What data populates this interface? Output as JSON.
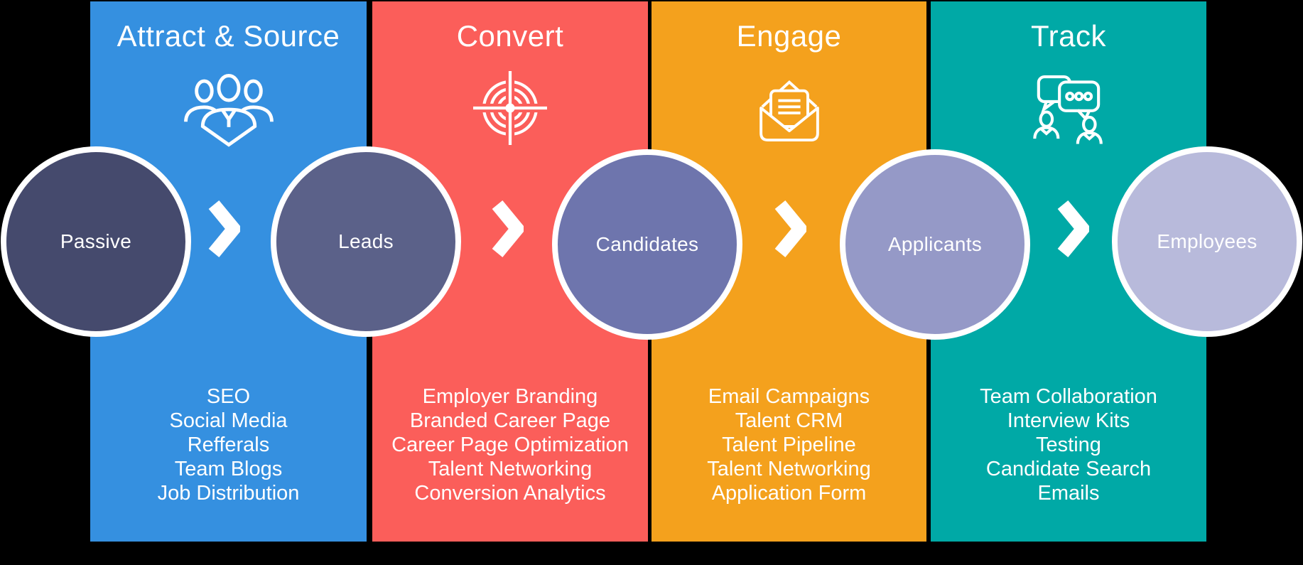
{
  "background_color": "#000000",
  "text_color": "#ffffff",
  "circle_border_color": "#ffffff",
  "arrow_color": "#ffffff",
  "stages": [
    {
      "title": "Attract & Source",
      "icon": "people-group-icon",
      "color": "#3590e0",
      "items": [
        "SEO",
        "Social Media",
        "Refferals",
        "Team Blogs",
        "Job Distribution"
      ]
    },
    {
      "title": "Convert",
      "icon": "target-icon",
      "color": "#fb5e5a",
      "items": [
        "Employer Branding",
        "Branded Career Page",
        "Career Page Optimization",
        "Talent Networking",
        "Conversion Analytics"
      ]
    },
    {
      "title": "Engage",
      "icon": "open-envelope-icon",
      "color": "#f4a11d",
      "items": [
        "Email Campaigns",
        "Talent CRM",
        "Talent Pipeline",
        "Talent Networking",
        "Application Form"
      ]
    },
    {
      "title": "Track",
      "icon": "chat-people-icon",
      "color": "#00a9a6",
      "items": [
        "Team Collaboration",
        "Interview Kits",
        "Testing",
        "Candidate Search",
        "Emails"
      ]
    }
  ],
  "funnel": [
    {
      "label": "Passive",
      "color": "#454a6d"
    },
    {
      "label": "Leads",
      "color": "#5b6189"
    },
    {
      "label": "Candidates",
      "color": "#6e75ad"
    },
    {
      "label": "Applicants",
      "color": "#9599c7"
    },
    {
      "label": "Employees",
      "color": "#b8badb"
    }
  ]
}
